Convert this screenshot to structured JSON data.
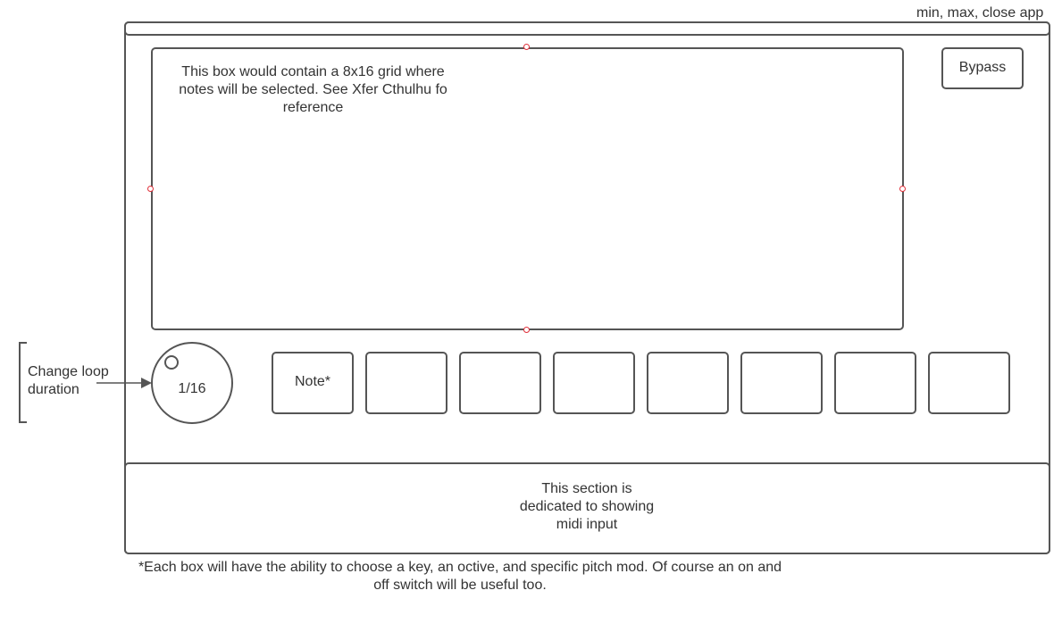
{
  "window_controls_label": "min, max, close app",
  "grid_box": {
    "description": "This box would contain a 8x16 grid where notes will be selected. See Xfer Cthulhu fo reference"
  },
  "bypass_label": "Bypass",
  "loop_annotation": "Change loop duration",
  "loop_knob_value": "1/16",
  "note_slots": [
    "Note*",
    "",
    "",
    "",
    "",
    "",
    "",
    ""
  ],
  "midi_section_text": "This section is dedicated to showing midi input",
  "footnote": "*Each box will have the ability to choose a key, an octive, and specific pitch mod. Of course an on and off switch will be useful too."
}
